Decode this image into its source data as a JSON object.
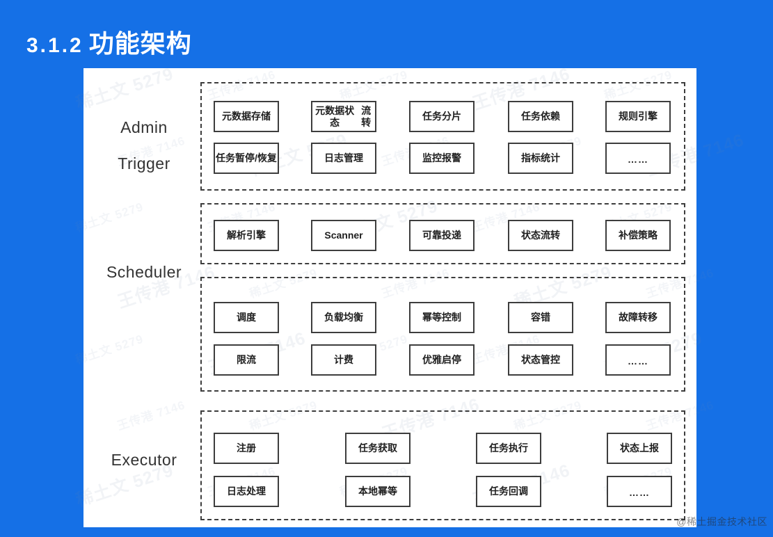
{
  "slide": {
    "number": "3.1.2",
    "title_cn": "功能架构",
    "background_color": "#1570e6",
    "panel_color": "#ffffff"
  },
  "watermark": {
    "corner_text": "@稀土掘金技术社区",
    "tiles": [
      "稀土文 5279",
      "王传港 7146",
      "稀土文 5279",
      "王传港 7146"
    ]
  },
  "architecture": {
    "rows": [
      {
        "label": "Admin",
        "lines": [
          [
            "元数据存储",
            "元数据状态\n流转",
            "任务分片",
            "任务依赖",
            "规则引擎"
          ],
          [
            "任务暂停\n/恢复",
            "日志管理",
            "监控报警",
            "指标统计",
            "……"
          ]
        ]
      },
      {
        "label": "Trigger",
        "lines": [
          [
            "解析引擎",
            "Scanner",
            "可靠投递",
            "状态流转",
            "补偿策略"
          ]
        ]
      },
      {
        "label": "Scheduler",
        "lines": [
          [
            "调度",
            "负载均衡",
            "幂等控制",
            "容错",
            "故障转移"
          ],
          [
            "限流",
            "计费",
            "优雅启停",
            "状态管控",
            "……"
          ]
        ]
      },
      {
        "label": "Executor",
        "lines": [
          [
            "注册",
            "任务获取",
            "任务执行",
            "状态上报"
          ],
          [
            "日志处理",
            "本地幂等",
            "任务回调",
            "……"
          ]
        ]
      }
    ]
  }
}
